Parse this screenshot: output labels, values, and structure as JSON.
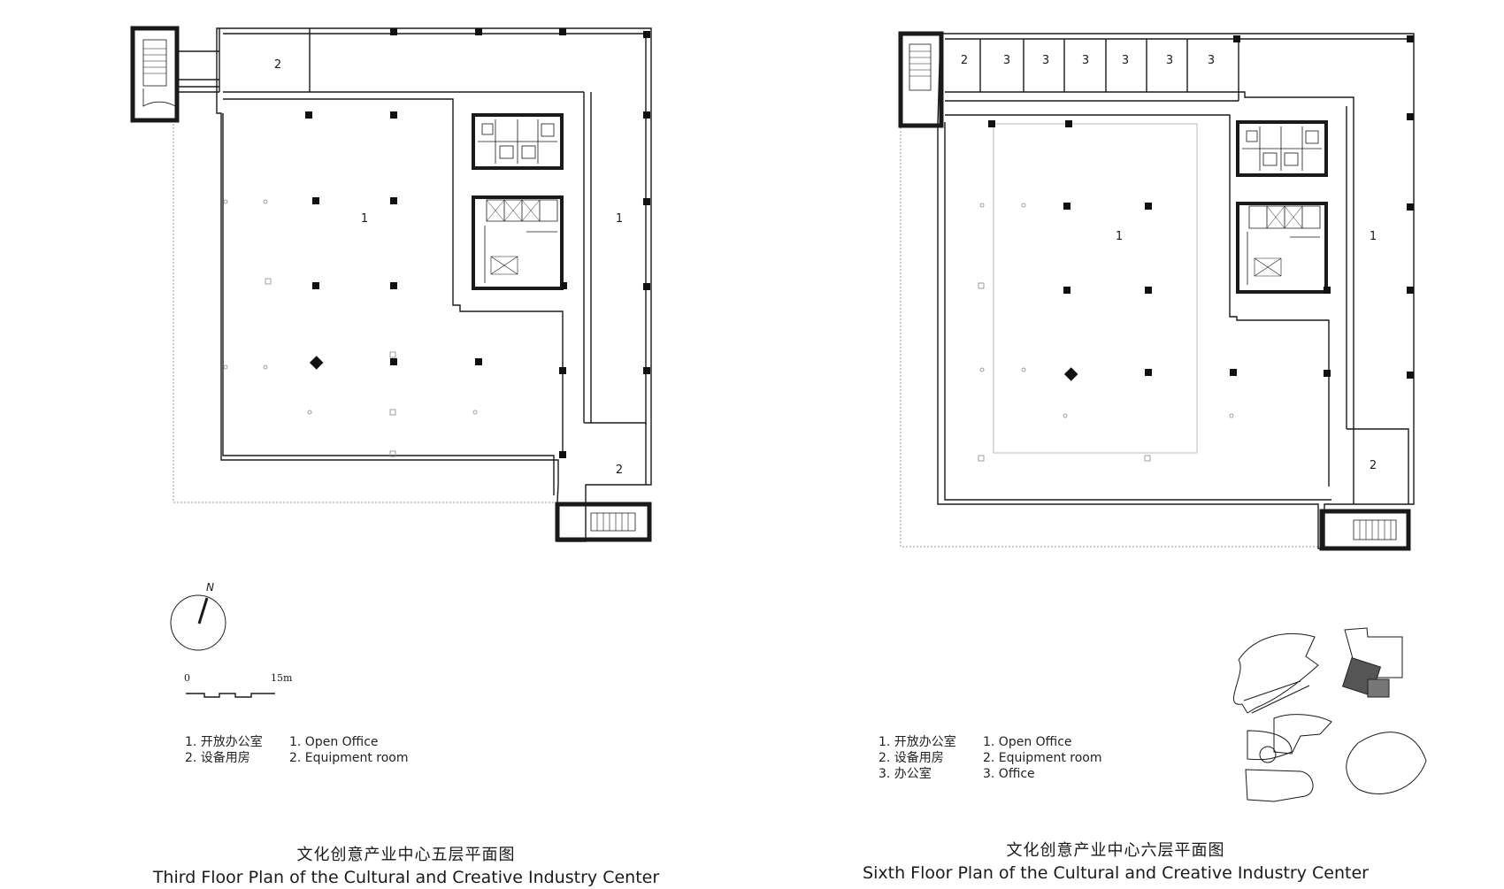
{
  "plan_left": {
    "room_labels": [
      "2",
      "1",
      "1",
      "2"
    ],
    "legend": [
      {
        "zh": "1. 开放办公室",
        "en": "1. Open Office"
      },
      {
        "zh": "2. 设备用房",
        "en": "2. Equipment room"
      }
    ],
    "caption_zh": "文化创意产业中心五层平面图",
    "caption_en": "Third Floor Plan of the Cultural and Creative Industry Center"
  },
  "plan_right": {
    "room_labels": [
      "2",
      "3",
      "3",
      "3",
      "3",
      "3",
      "3",
      "1",
      "1",
      "2"
    ],
    "legend": [
      {
        "zh": "1. 开放办公室",
        "en": "1. Open Office"
      },
      {
        "zh": "2. 设备用房",
        "en": "2. Equipment room"
      },
      {
        "zh": "3. 办公室",
        "en": "3. Office"
      }
    ],
    "caption_zh": "文化创意产业中心六层平面图",
    "caption_en": "Sixth Floor Plan of the Cultural and Creative Industry Center"
  },
  "north_arrow": {
    "label": "N"
  },
  "scale_bar": {
    "start": "0",
    "end": "15m"
  },
  "colors": {
    "line": "#1a1a1a",
    "column": "#111111",
    "highlight": "#555555"
  }
}
